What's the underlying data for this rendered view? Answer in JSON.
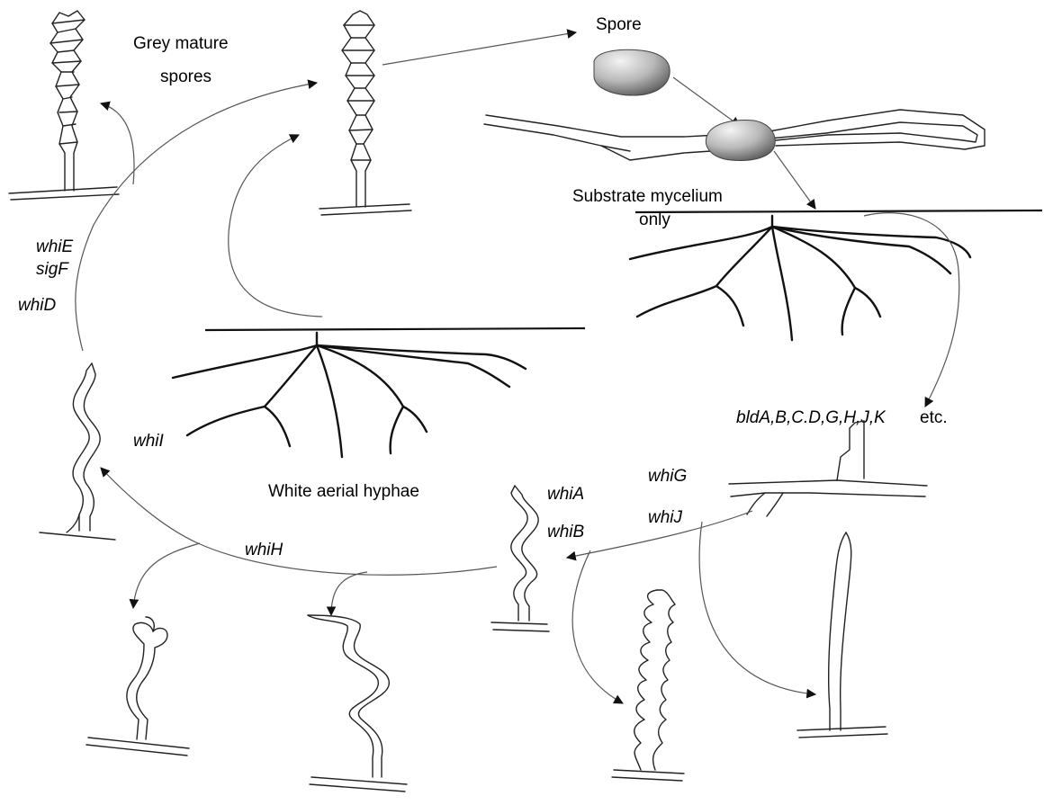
{
  "labels": {
    "grey_mature_spores_line1": "Grey mature",
    "grey_mature_spores_line2": "spores",
    "spore": "Spore",
    "substrate_mycelium_line1": "Substrate mycelium",
    "substrate_mycelium_line2": "only",
    "white_aerial_hyphae": "White aerial hyphae",
    "bld_genes": "bldA,B,C.D,G,H,J,K",
    "bld_etc": "etc.",
    "whiE": "whiE",
    "sigF": "sigF",
    "whiD": "whiD",
    "whiI": "whiI",
    "whiH": "whiH",
    "whiA": "whiA",
    "whiB": "whiB",
    "whiG": "whiG",
    "whiJ": "whiJ"
  },
  "colors": {
    "stroke": "#222222",
    "spore_light": "#f2f2f2",
    "spore_dark": "#6e6e6e"
  }
}
